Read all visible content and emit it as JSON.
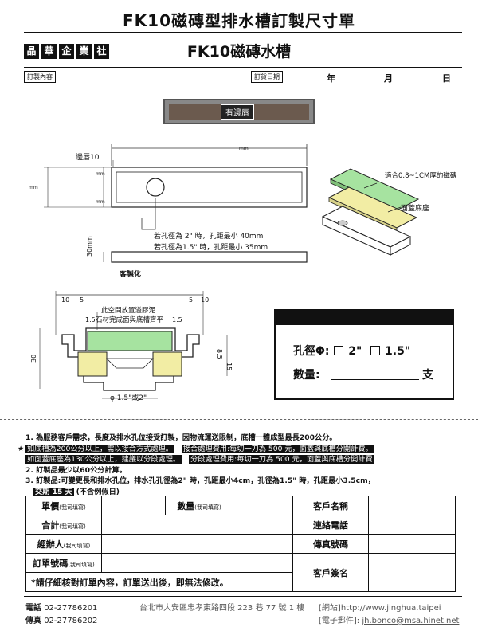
{
  "header": {
    "title": "FK10磁磚型排水槽訂製尺寸單",
    "logo_chars": [
      "晶",
      "華",
      "企",
      "業",
      "社"
    ],
    "subtitle": "FK10磁磚水槽",
    "tag_content": "訂製內容",
    "tag_date": "訂貨日期",
    "year": "年",
    "month": "月",
    "day": "日"
  },
  "top_view": {
    "label": "有邊唇"
  },
  "plan_view": {
    "lip_label": "邊唇10",
    "mm_top": "mm",
    "mm_a": "mm",
    "mm_b": "mm",
    "mm_left": "mm",
    "hole_note_2": "若孔徑為 2\" 時，孔距最小 40mm",
    "hole_note_15": "若孔徑為1.5\" 時，孔距最小 35mm",
    "side_height": "30mm"
  },
  "iso_view": {
    "tile_label": "適合0.8~1CM厚的磁磚",
    "base_label": "面蓋底座"
  },
  "section": {
    "custom_label": "客製化",
    "dim_10a": "10",
    "dim_5a": "5",
    "dim_5b": "5",
    "dim_10b": "10",
    "mortar_label": "此空間放置溢膠泥",
    "stone_label": "石材完成面與底槽齊平",
    "dim_15a": "1.5",
    "dim_15b": "1.5",
    "dim_30": "30",
    "dim_85": "8.5",
    "dim_15c": "15",
    "outlet_label": "φ 1.5\"或2\""
  },
  "order_box": {
    "hole_label": "孔徑Φ:",
    "opt_2": "2\"",
    "opt_15": "1.5\"",
    "qty_label": "數量:",
    "qty_unit": "支"
  },
  "notes": {
    "n1": "1. 為服務客戶需求，長度及排水孔位接受訂製，因物流運送限制，底槽一體成型最長200公分。",
    "star": "★",
    "n1a_inv": "如底槽為200公分以上，需以接合方式處理。",
    "n1a_right": "接合處理費用:每切一刀為 500 元，面蓋與底槽分開計費。",
    "n1b_inv": "如面蓋底座為130公分以上，建議以分段處理。",
    "n1b_right": "分段處理費用:每切一刀為 500 元，面蓋與底槽分開計費",
    "n2": "2. 訂製品最少以60公分計算。",
    "n3": "3. 訂製品:可變更長和排水孔位，排水孔孔徑為2\" 時，孔距最小4cm，孔徑為1.5\" 時，孔距最小3.5cm，",
    "lead_inv": "交期 15 天",
    "lead_note": "(不含例假日)"
  },
  "form": {
    "unit_price": "單價",
    "qty": "數量",
    "customer_name": "客戶名稱",
    "total": "合計",
    "contact_phone": "連絡電話",
    "handler": "經辦人",
    "fax": "傳真號碼",
    "order_no": "訂單號碼",
    "fill_note": "(我司填寫)",
    "customer_sign": "客戶簽名",
    "warning": "*請仔細核對訂單內容，訂單送出後，即無法修改。"
  },
  "footer": {
    "phone_label": "電話",
    "phone": "02-27786201",
    "fax_label": "傳真",
    "fax": "02-27786202",
    "address": "台北市大安區忠孝東路四段 223 巷 77 號 1 樓",
    "web_label": "[網站]",
    "web": "http://www.jinghua.taipei",
    "mail_label": "[電子郵件]:",
    "mail": "jh.bonco@msa.hinet.net"
  },
  "colors": {
    "tile_green": "#a6e3a0",
    "base_yellow": "#f2eda4",
    "stone_brown": "#6b5a4e"
  }
}
